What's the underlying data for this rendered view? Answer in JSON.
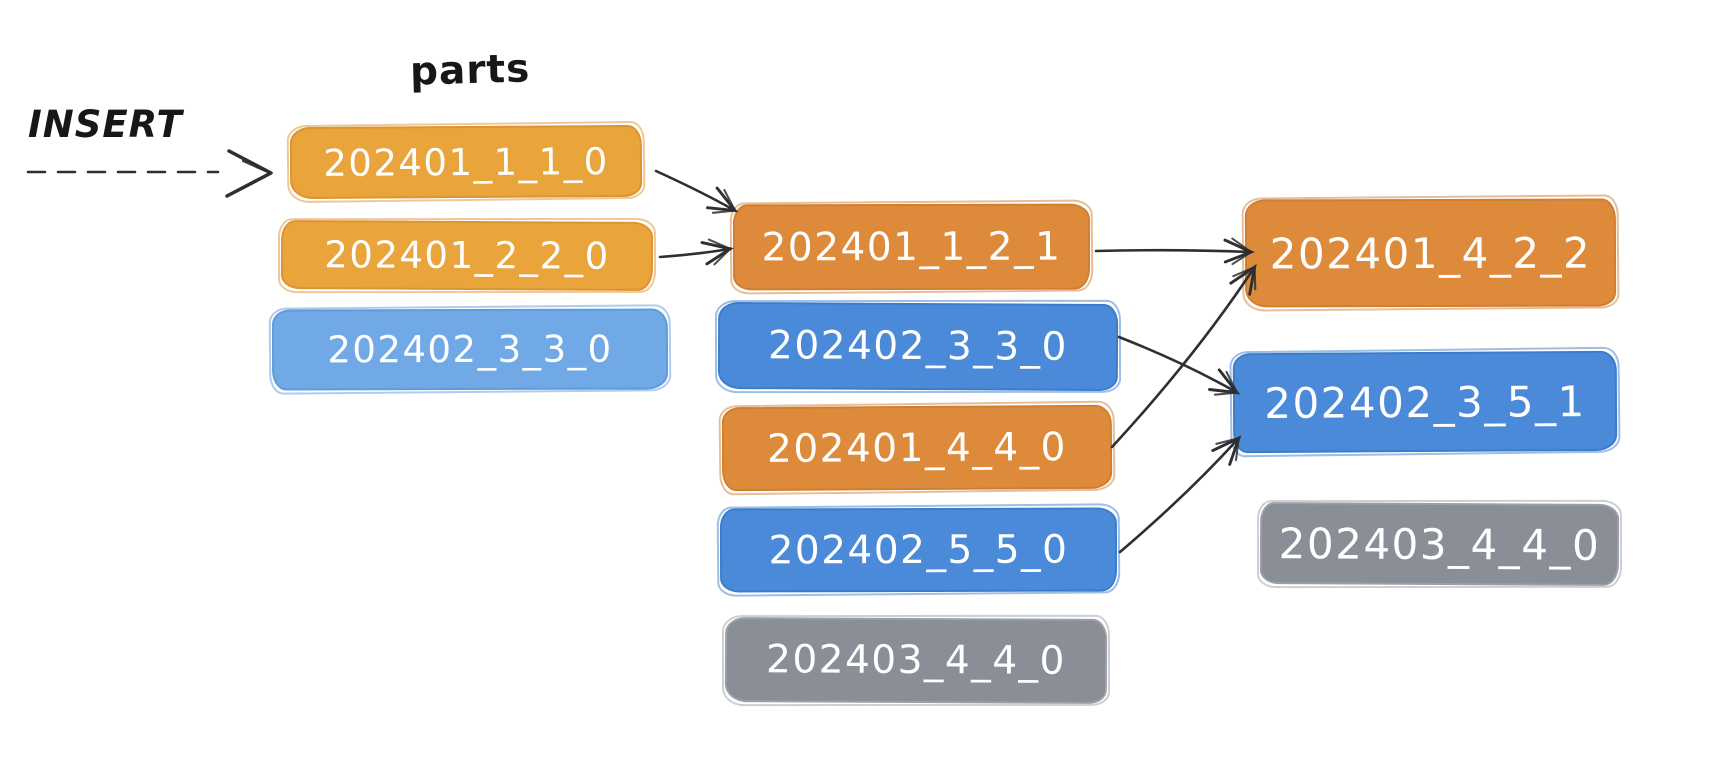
{
  "labels": {
    "parts": "parts",
    "insert": "INSERT"
  },
  "colors": {
    "orange_light": "#E9A43C",
    "orange_dark": "#DE8A3B",
    "blue_light": "#70A9E6",
    "blue": "#4A8AD8",
    "gray": "#8A8F97",
    "arrow_ink": "#2E2E33",
    "label_ink": "#17171A",
    "box_text": "#FFFFFF",
    "background": "#FFFFFF"
  },
  "diagram": {
    "inserted_parts": [
      {
        "label": "202401_1_1_0",
        "color": "orange_light"
      },
      {
        "label": "202401_2_2_0",
        "color": "orange_light"
      },
      {
        "label": "202402_3_3_0",
        "color": "blue_light"
      }
    ],
    "middle_parts": [
      {
        "label": "202401_1_2_1",
        "color": "orange_dark"
      },
      {
        "label": "202402_3_3_0",
        "color": "blue"
      },
      {
        "label": "202401_4_4_0",
        "color": "orange_dark"
      },
      {
        "label": "202402_5_5_0",
        "color": "blue"
      },
      {
        "label": "202403_4_4_0",
        "color": "gray"
      }
    ],
    "merged_parts": [
      {
        "label": "202401_4_2_2",
        "color": "orange_dark"
      },
      {
        "label": "202402_3_5_1",
        "color": "blue"
      },
      {
        "label": "202403_4_4_0",
        "color": "gray"
      }
    ],
    "insert_edge": {
      "from": "INSERT",
      "to": "202401_1_1_0",
      "style": "dashed"
    },
    "merge_edges": [
      {
        "from": "202401_1_1_0",
        "to": "202401_1_2_1"
      },
      {
        "from": "202401_2_2_0",
        "to": "202401_1_2_1"
      },
      {
        "from": "202401_1_2_1",
        "to": "202401_4_2_2"
      },
      {
        "from": "202401_4_4_0",
        "to": "202401_4_2_2"
      },
      {
        "from": "202402_3_3_0",
        "to": "202402_3_5_1"
      },
      {
        "from": "202402_5_5_0",
        "to": "202402_3_5_1"
      }
    ]
  }
}
